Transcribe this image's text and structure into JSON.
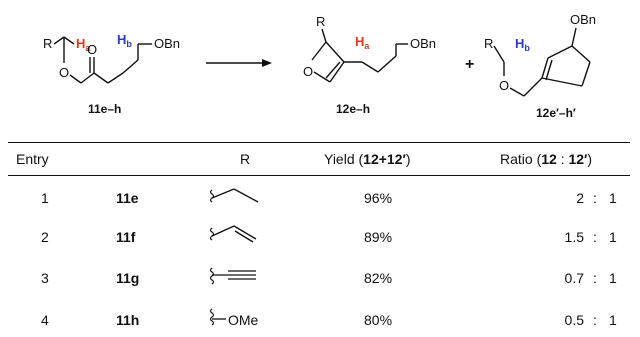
{
  "scheme": {
    "reactant": {
      "label": "11e–h",
      "r": "R",
      "ha": "H",
      "ha_sub": "a",
      "hb": "H",
      "hb_sub": "b",
      "o1": "O",
      "o2": "O",
      "obn": "OBn"
    },
    "product1": {
      "label": "12e–h",
      "r": "R",
      "ha": "H",
      "ha_sub": "a",
      "o": "O",
      "obn": "OBn"
    },
    "plus": "+",
    "product2": {
      "label": "12e′–h′",
      "r": "R",
      "hb": "H",
      "hb_sub": "b",
      "o": "O",
      "obn": "OBn"
    },
    "colors": {
      "ha": "#e03a1e",
      "hb": "#2b3db8"
    }
  },
  "table": {
    "headers": {
      "entry": "Entry",
      "r": "R",
      "yield_prefix": "Yield (",
      "yield_bold": "12+12′",
      "yield_suffix": ")",
      "ratio_prefix": "Ratio (",
      "ratio_bold1": "12",
      "ratio_sep": " : ",
      "ratio_bold2": "12′",
      "ratio_suffix": ")"
    },
    "rows": [
      {
        "entry": "1",
        "compound": "11e",
        "r_icon": "ethyl-group",
        "r_text": "",
        "yield": "96%",
        "ratio_a": "2",
        "ratio_sep": ":",
        "ratio_b": "1"
      },
      {
        "entry": "2",
        "compound": "11f",
        "r_icon": "vinyl-group",
        "r_text": "",
        "yield": "89%",
        "ratio_a": "1.5",
        "ratio_sep": ":",
        "ratio_b": "1"
      },
      {
        "entry": "3",
        "compound": "11g",
        "r_icon": "ethynyl-group",
        "r_text": "",
        "yield": "82%",
        "ratio_a": "0.7",
        "ratio_sep": ":",
        "ratio_b": "1"
      },
      {
        "entry": "4",
        "compound": "11h",
        "r_icon": "methoxy-group",
        "r_text": "OMe",
        "yield": "80%",
        "ratio_a": "0.5",
        "ratio_sep": ":",
        "ratio_b": "1"
      }
    ]
  }
}
